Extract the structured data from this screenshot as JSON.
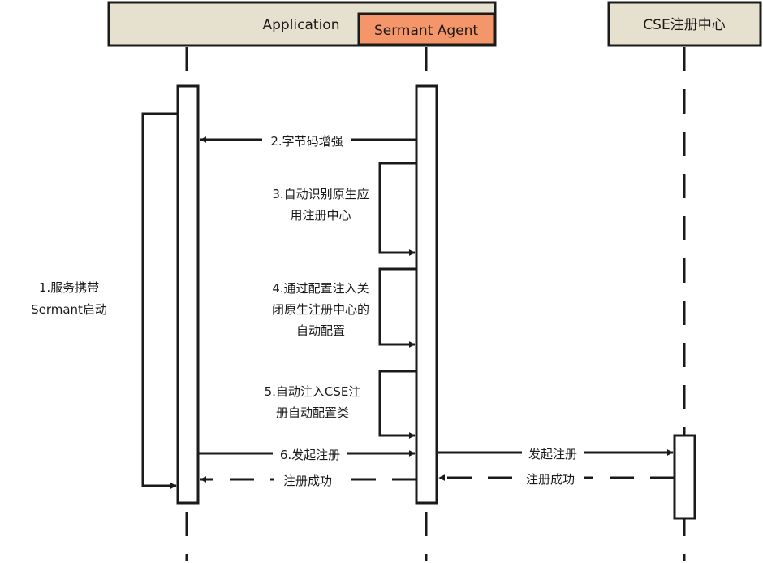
{
  "participants": {
    "application": "Application",
    "agent": "Sermant Agent",
    "registry": "CSE注册中心"
  },
  "colors": {
    "header_fill": "#e6e0cf",
    "agent_fill": "#f4956a",
    "line": "#1a1a1a"
  },
  "messages": {
    "m1": [
      "1.服务携带",
      "Sermant启动"
    ],
    "m2": "2.字节码增强",
    "m3": [
      "3.自动识别原生应",
      "用注册中心"
    ],
    "m4": [
      "4.通过配置注入关",
      "闭原生注册中心的",
      "自动配置"
    ],
    "m5": [
      "5.自动注入CSE注",
      "册自动配置类"
    ],
    "m6": "6.发起注册",
    "m7": "发起注册",
    "m8": "注册成功",
    "m9": "注册成功"
  }
}
